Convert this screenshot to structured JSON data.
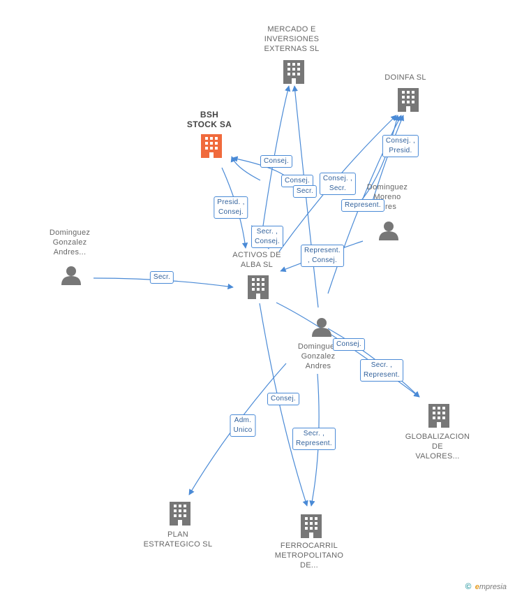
{
  "colors": {
    "edge": "#4a8ad6",
    "company": "#777777",
    "highlight": "#f06a3c",
    "person": "#777777"
  },
  "nodes": [
    {
      "id": "mercado",
      "kind": "company",
      "lines": [
        "MERCADO E",
        "INVERSIONES",
        "EXTERNAS SL"
      ]
    },
    {
      "id": "doinfa",
      "kind": "company",
      "lines": [
        "DOINFA SL"
      ]
    },
    {
      "id": "bsh",
      "kind": "company",
      "highlight": true,
      "lines": [
        "BSH",
        "STOCK SA"
      ]
    },
    {
      "id": "dominguez_moreno",
      "kind": "person",
      "lines": [
        "Dominguez",
        "Moreno",
        "...res"
      ]
    },
    {
      "id": "dominguez_gonzalez_left",
      "kind": "person",
      "lines": [
        "Dominguez",
        "Gonzalez",
        "Andres..."
      ]
    },
    {
      "id": "activos",
      "kind": "company",
      "lines": [
        "ACTIVOS DE",
        "ALBA SL"
      ]
    },
    {
      "id": "dominguez_gonzalez_center",
      "kind": "person",
      "lines": [
        "Dominguez",
        "Gonzalez",
        "Andres"
      ]
    },
    {
      "id": "globalizacion",
      "kind": "company",
      "lines": [
        "GLOBALIZACION",
        "DE",
        "VALORES..."
      ]
    },
    {
      "id": "plan",
      "kind": "company",
      "lines": [
        "PLAN",
        "ESTRATEGICO SL"
      ]
    },
    {
      "id": "ferrocarril",
      "kind": "company",
      "lines": [
        "FERROCARRIL",
        "METROPOLITANO",
        "DE..."
      ]
    }
  ],
  "edge_labels": [
    {
      "id": "l1",
      "lines": [
        "Consej."
      ]
    },
    {
      "id": "l2",
      "lines": [
        "Consej. ,",
        "Presid."
      ]
    },
    {
      "id": "l3",
      "lines": [
        "Consej."
      ]
    },
    {
      "id": "l4",
      "lines": [
        "Secr."
      ]
    },
    {
      "id": "l5",
      "lines": [
        "Consej. ,",
        "Secr."
      ]
    },
    {
      "id": "l6",
      "lines": [
        "Represent."
      ]
    },
    {
      "id": "l7",
      "lines": [
        "Presid. ,",
        "Consej."
      ]
    },
    {
      "id": "l8",
      "lines": [
        "Secr. ,",
        "Consej."
      ]
    },
    {
      "id": "l9",
      "lines": [
        "Represent.",
        ", Consej."
      ]
    },
    {
      "id": "l10",
      "lines": [
        "Secr."
      ]
    },
    {
      "id": "l11",
      "lines": [
        "Consej."
      ]
    },
    {
      "id": "l12",
      "lines": [
        "Secr. ,",
        "Represent."
      ]
    },
    {
      "id": "l13",
      "lines": [
        "Consej."
      ]
    },
    {
      "id": "l14",
      "lines": [
        "Adm.",
        "Unico"
      ]
    },
    {
      "id": "l15",
      "lines": [
        "Secr. ,",
        "Represent."
      ]
    }
  ],
  "footer": {
    "copyright": "©",
    "brand_initial": "e",
    "brand_rest": "mpresia"
  }
}
